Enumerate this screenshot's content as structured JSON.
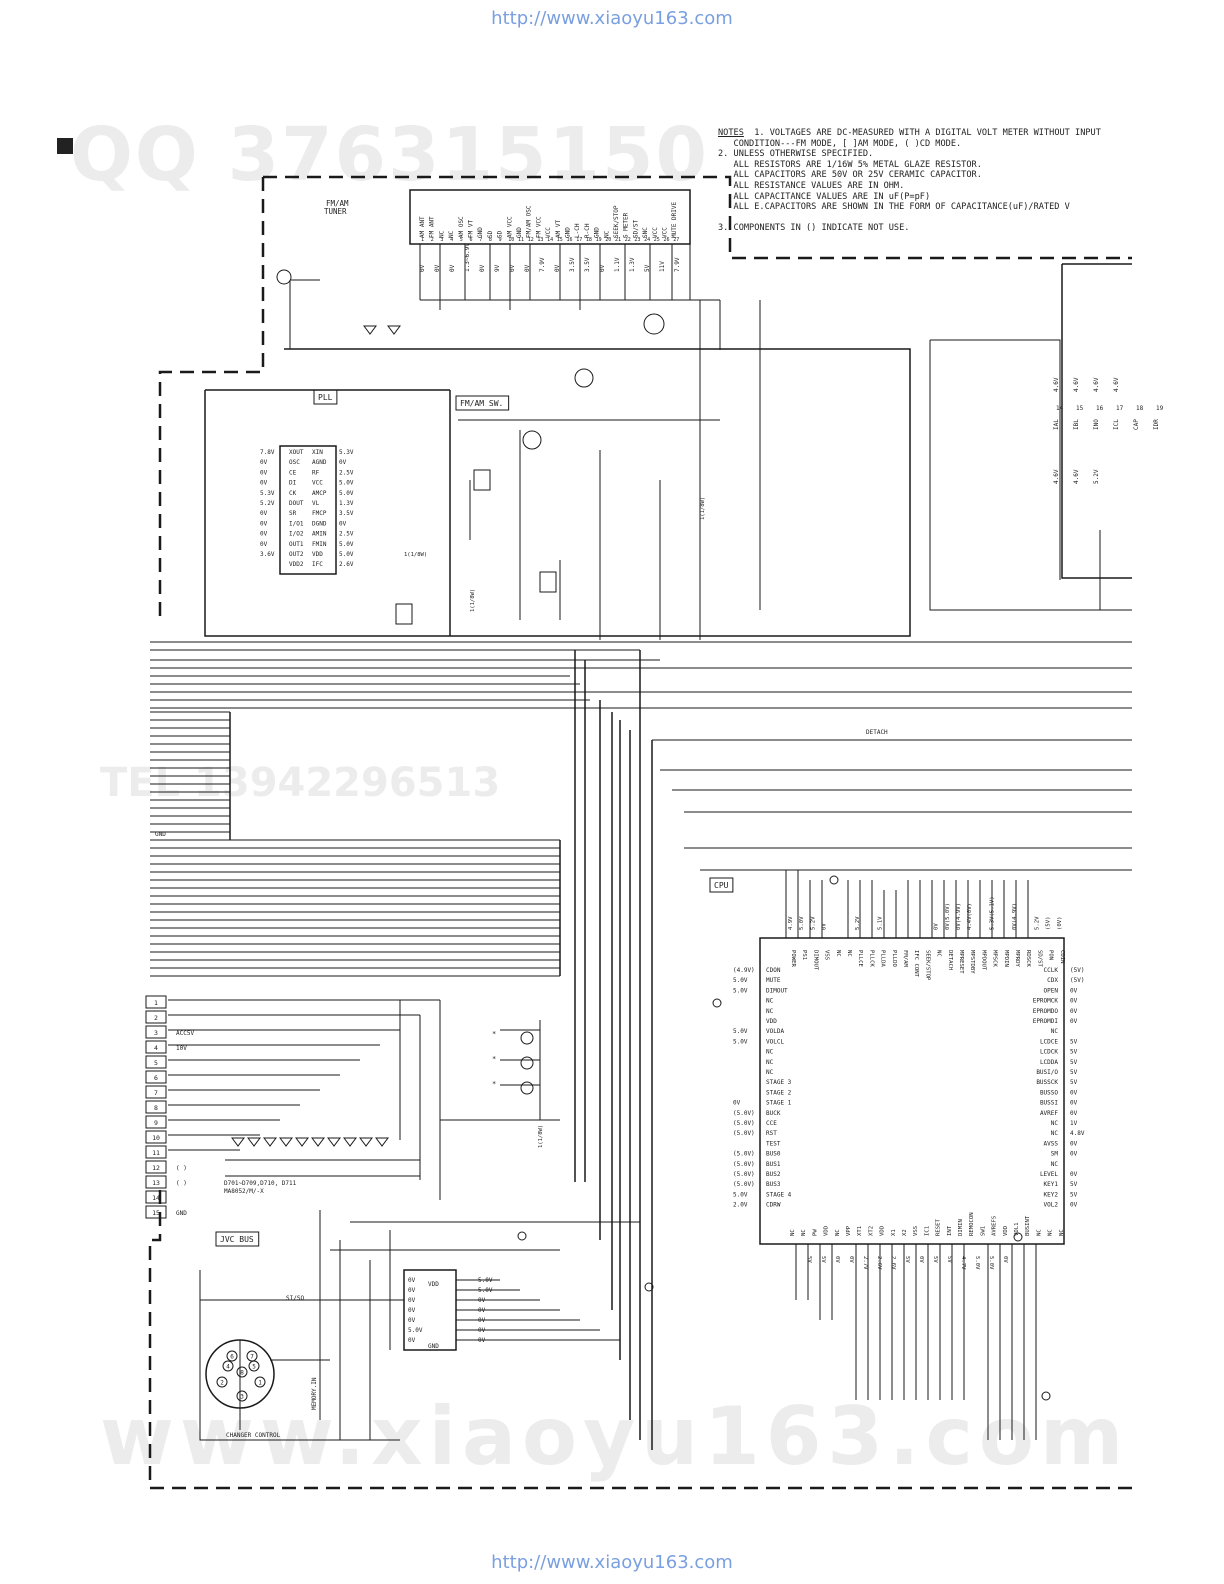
{
  "urls": {
    "top": "http://www.xiaoyu163.com",
    "bottom": "http://www.xiaoyu163.com"
  },
  "watermarks": {
    "qq": "QQ 376315150",
    "tel": "TEL 13942296513",
    "site": "www.xiaoyu163.com"
  },
  "notes": {
    "heading": "NOTES",
    "lines": [
      "1. VOLTAGES ARE DC-MEASURED WITH A DIGITAL VOLT METER WITHOUT INPUT",
      "   CONDITION---FM MODE, [ ]AM MODE, ( )CD MODE.",
      "2. UNLESS OTHERWISE SPECIFIED.",
      "   ALL RESISTORS ARE 1/16W 5% METAL GLAZE RESISTOR.",
      "   ALL CAPACITORS ARE 50V OR 25V CERAMIC CAPACITOR.",
      "   ALL RESISTANCE VALUES ARE IN OHM.",
      "   ALL CAPACITANCE VALUES ARE IN uF(P=pF)",
      "   ALL E.CAPACITORS ARE SHOWN IN THE FORM OF CAPACITANCE(uF)/RATED V",
      "3. COMPONENTS IN () INDICATE NOT USE."
    ]
  },
  "blocks": {
    "tuner": "FM/AM TUNER",
    "pll": "PLL",
    "fmam_sw": "FM/AM SW.",
    "cpu": "CPU",
    "jvc_bus": "JVC BUS",
    "detach": "DETACH",
    "gnd": "GND",
    "changer_control": "CHANGER CONTROL",
    "memory_in": "MEMORY.IN",
    "si_so": "SI/SO",
    "diodes_label_1": "D701~D709,D710, D711",
    "diodes_label_2": "MA8052/M/-X"
  },
  "tuner_pins": [
    "AM ANT",
    "FM ANT",
    "NC",
    "NC",
    "AM OSC",
    "FM VT",
    "GND",
    "SD",
    "SD",
    "AM VCC",
    "GND",
    "FM/AM OSC",
    "FM VCC",
    "VCC",
    "AM VT",
    "GND",
    "L-CH",
    "R-CH",
    "GND",
    "NC",
    "SEEK/STOP",
    "S METER",
    "SD/ST",
    "SNC",
    "VCC",
    "VCC",
    "MUTE DRIVE"
  ],
  "tuner_voltages": [
    "0V",
    "0V",
    "0V",
    "1.3~6.9V",
    "0V",
    "9V",
    "0V",
    "0V",
    "7.9V",
    "0V",
    "3.5V",
    "3.5V",
    "0V",
    "1.1V",
    "1.3V",
    "5V",
    "11V",
    "7.9V"
  ],
  "pll_left": [
    {
      "v": "7.8V",
      "n": "XOUT"
    },
    {
      "v": "0V",
      "n": "OSC"
    },
    {
      "v": "0V",
      "n": "CE"
    },
    {
      "v": "0V",
      "n": "DI"
    },
    {
      "v": "5.3V",
      "n": "CK"
    },
    {
      "v": "5.2V",
      "n": "DOUT"
    },
    {
      "v": "0V",
      "n": "SR"
    },
    {
      "v": "0V",
      "n": "I/O1"
    },
    {
      "v": "0V",
      "n": "I/O2"
    },
    {
      "v": "0V",
      "n": "OUT1"
    },
    {
      "v": "3.6V",
      "n": "OUT2"
    },
    {
      "v": "",
      "n": "VDD2"
    }
  ],
  "pll_right": [
    {
      "n": "XIN",
      "v": "5.3V"
    },
    {
      "n": "AGND",
      "v": "0V"
    },
    {
      "n": "RF",
      "v": "2.5V"
    },
    {
      "n": "VCC",
      "v": "5.0V"
    },
    {
      "n": "AMCP",
      "v": "5.0V"
    },
    {
      "n": "VL",
      "v": "1.3V"
    },
    {
      "n": "FMCP",
      "v": "3.5V"
    },
    {
      "n": "DGND",
      "v": "0V"
    },
    {
      "n": "AMIN",
      "v": "2.5V"
    },
    {
      "n": "FMIN",
      "v": "5.0V"
    },
    {
      "n": "VDD",
      "v": "5.0V"
    },
    {
      "n": "IFC",
      "v": "2.6V"
    }
  ],
  "cpu_left": [
    {
      "v": "(4.9V)",
      "n": "CDON"
    },
    {
      "v": "5.0V",
      "n": "MUTE"
    },
    {
      "v": "5.0V",
      "n": "DIMOUT"
    },
    {
      "v": "",
      "n": "NC"
    },
    {
      "v": "",
      "n": "NC"
    },
    {
      "v": "",
      "n": "VDD"
    },
    {
      "v": "5.0V",
      "n": "VOLDA"
    },
    {
      "v": "5.0V",
      "n": "VOLCL"
    },
    {
      "v": "",
      "n": "NC"
    },
    {
      "v": "",
      "n": "NC"
    },
    {
      "v": "",
      "n": "NC"
    },
    {
      "v": "",
      "n": "STAGE 3"
    },
    {
      "v": "",
      "n": "STAGE 2"
    },
    {
      "v": "0V",
      "n": "STAGE 1"
    },
    {
      "v": "(5.0V)",
      "n": "BUCK"
    },
    {
      "v": "(5.0V)",
      "n": "CCE"
    },
    {
      "v": "(5.0V)",
      "n": "RST"
    },
    {
      "v": "",
      "n": "TEST"
    },
    {
      "v": "(5.0V)",
      "n": "BUS0"
    },
    {
      "v": "(5.0V)",
      "n": "BUS1"
    },
    {
      "v": "(5.0V)",
      "n": "BUS2"
    },
    {
      "v": "(5.0V)",
      "n": "BUS3"
    },
    {
      "v": "5.0V",
      "n": "STAGE 4"
    },
    {
      "v": "2.0V",
      "n": "CDRW"
    }
  ],
  "cpu_right": [
    {
      "n": "CCLK",
      "v": "(5V)"
    },
    {
      "n": "CDX",
      "v": "(5V)"
    },
    {
      "n": "OPEN",
      "v": "0V"
    },
    {
      "n": "EPROMCK",
      "v": "0V"
    },
    {
      "n": "EPROMDO",
      "v": "0V"
    },
    {
      "n": "EPROMDI",
      "v": "0V"
    },
    {
      "n": "NC",
      "v": ""
    },
    {
      "n": "LCDCE",
      "v": "5V"
    },
    {
      "n": "LCDCK",
      "v": "5V"
    },
    {
      "n": "LCDDA",
      "v": "5V"
    },
    {
      "n": "BUSI/O",
      "v": "5V"
    },
    {
      "n": "BUSSCK",
      "v": "5V"
    },
    {
      "n": "BUSSO",
      "v": "0V"
    },
    {
      "n": "BUSSI",
      "v": "0V"
    },
    {
      "n": "AVREF",
      "v": "0V"
    },
    {
      "n": "NC",
      "v": "1V"
    },
    {
      "n": "NC",
      "v": "4.8V"
    },
    {
      "n": "AVSS",
      "v": "0V"
    },
    {
      "n": "SM",
      "v": "0V"
    },
    {
      "n": "NC",
      "v": ""
    },
    {
      "n": "LEVEL",
      "v": "0V"
    },
    {
      "n": "KEY1",
      "v": "5V"
    },
    {
      "n": "KEY2",
      "v": "5V"
    },
    {
      "n": "VOL2",
      "v": "0V"
    }
  ],
  "cpu_top": [
    "POWER",
    "PS1",
    "DIMOUT",
    "VSS",
    "NC",
    "NC",
    "PLLCE",
    "PLLCK",
    "PLLDA",
    "PLLDO",
    "FM/AM",
    "IFC CONT",
    "SEEK/STOP",
    "NC",
    "DETACH",
    "MPRESET",
    "MPSTDBY",
    "MPDOUT",
    "MPSCK",
    "MPDIN",
    "MPRDY",
    "RDSCK",
    "SD/ST",
    "PON",
    "CDIN"
  ],
  "cpu_top_v": [
    "4.9V",
    "5.0V",
    "5.2V",
    "0V",
    "",
    "",
    "5.2V",
    "",
    "5.1V",
    "",
    "",
    "",
    "",
    "0V",
    "0V(5.0V)",
    "0V(4.9V)",
    "4.4V(0V)",
    "",
    "5.3V(5.1V)",
    "",
    "0V(4.9V)",
    "",
    "5.2V",
    "(5V)",
    "(0V)"
  ],
  "cpu_bottom": [
    "NC",
    "NC",
    "PW",
    "VDD",
    "NC",
    "VPP",
    "XT1",
    "XT2",
    "VDD",
    "X1",
    "X2",
    "VSS",
    "IC1",
    "RESET",
    "INT",
    "DIMIN",
    "REMOCON",
    "SW1",
    "AVREFS",
    "VDD",
    "VOL1",
    "BUSINT",
    "NC",
    "NC",
    "NC"
  ],
  "cpu_bottom_v": [
    "5V",
    "5V",
    "0V",
    "0V",
    "2.7V",
    "2.6V",
    "2.6V",
    "5V",
    "0V",
    "5V",
    "5V",
    "4.7V",
    "5.0V",
    "5.0V",
    "0V"
  ],
  "ic_left": [
    "0V",
    "0V",
    "0V",
    "0V",
    "0V",
    "5.0V",
    "0V"
  ],
  "ic_right": [
    "5.0V",
    "5.0V",
    "0V",
    "0V",
    "0V",
    "0V",
    "0V"
  ],
  "ic_pins": {
    "vdd": "VDD",
    "gnd": "GND"
  },
  "connector": {
    "pins": [
      "1",
      "2",
      "3",
      "4",
      "5",
      "6",
      "7",
      "8",
      "9",
      "10",
      "11",
      "12",
      "13",
      "14",
      "15"
    ],
    "labels": {
      "3": "ACC5V",
      "4": "10V",
      "12": "( )",
      "13": "( )",
      "15": "GND"
    }
  },
  "din_pins": [
    "1",
    "2",
    "3",
    "4",
    "5",
    "6",
    "7",
    "8"
  ],
  "amp_side": {
    "pins": [
      "14",
      "15",
      "16",
      "17",
      "18",
      "19"
    ],
    "labels": [
      "IAL",
      "IBL",
      "INO",
      "ICL",
      "CAP",
      "IDR"
    ],
    "voltages": [
      "4.6V",
      "4.6V",
      "4.6V",
      "4.6V",
      "4.6V",
      "4.6V",
      "5.2V"
    ]
  },
  "part_labels": {
    "r1": "1(1/8W)",
    "r2": "1(1/8W)",
    "r3": "1(1/8W)",
    "r4": "1(1/8W)",
    "led_star": "*"
  },
  "colors": {
    "line": "#1a1a1a",
    "dash": "#111111",
    "url": "#7a9fe0",
    "watermark": "#ececec"
  }
}
